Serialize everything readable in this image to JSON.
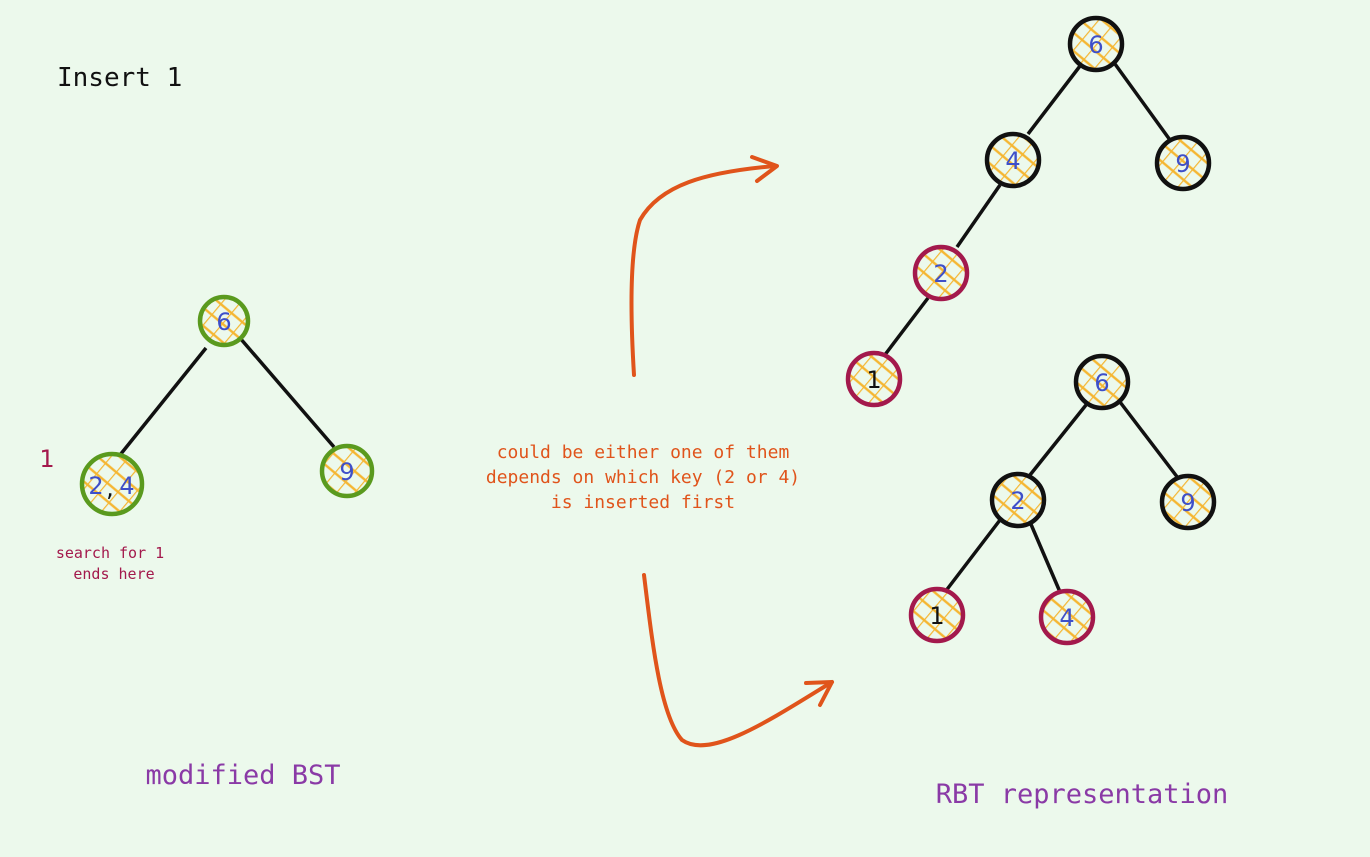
{
  "title": "Insert 1",
  "bst": {
    "pending_key": "1",
    "note_line1": "search for 1",
    "note_line2": "ends here",
    "caption": "modified BST",
    "nodes": {
      "root": "6",
      "left_a": "2",
      "left_sep": ",",
      "left_b": "4",
      "right": "9"
    }
  },
  "explanation": {
    "line1": "could be either one of them",
    "line2": "depends on which key (2 or 4)",
    "line3": "is inserted first"
  },
  "rbt_top": {
    "nodes": {
      "n6": "6",
      "n4": "4",
      "n9": "9",
      "n2": "2",
      "n1": "1"
    }
  },
  "rbt_bottom": {
    "nodes": {
      "n6": "6",
      "n2": "2",
      "n9": "9",
      "n1": "1",
      "n4": "4"
    }
  },
  "rbt_caption": "RBT representation",
  "colors": {
    "background": "#ecf9ec",
    "green_outline": "#5a9a1e",
    "black_outline": "#111111",
    "red_outline": "#a3194c",
    "hatch": "#f5b632",
    "key_blue": "#3e4fc9",
    "arrow": "#e0541b",
    "caption_purple": "#8a3aa6",
    "note_red": "#a3194c"
  }
}
